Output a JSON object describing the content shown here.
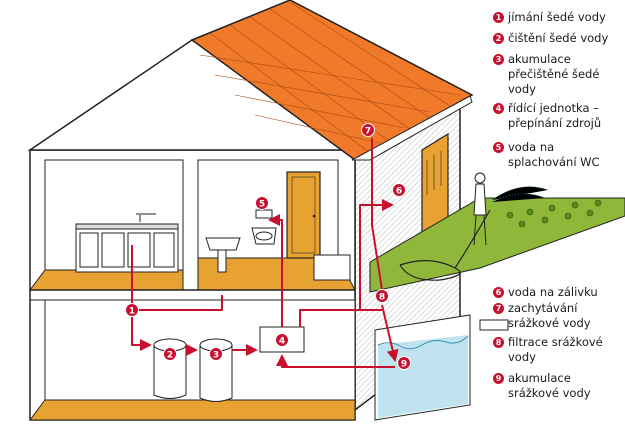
{
  "colors": {
    "accent": "#c8102e",
    "roof": "#f07a2a",
    "floor": "#e8a232",
    "grass": "#8fb83a",
    "water": "#bfe3ef",
    "wall": "#ffffff"
  },
  "legend_top": [
    {
      "num": "1",
      "text": "jímání šedé vody"
    },
    {
      "num": "2",
      "text": "čištění šedé vody"
    },
    {
      "num": "3",
      "text": "akumulace přečištěné šedé vody"
    },
    {
      "num": "4",
      "text": "řídící jednotka – přepínání zdrojů"
    },
    {
      "num": "5",
      "text": "voda na splachování WC"
    }
  ],
  "legend_bottom": [
    {
      "num": "6",
      "text": "voda na zálivku"
    },
    {
      "num": "7",
      "text": "zachytávání srážkové vody"
    },
    {
      "num": "8",
      "text": "filtrace srážkové vody"
    },
    {
      "num": "9",
      "text": "akumulace srážkové vody"
    }
  ],
  "markers": [
    "1",
    "2",
    "3",
    "4",
    "5",
    "6",
    "7",
    "8",
    "9"
  ]
}
